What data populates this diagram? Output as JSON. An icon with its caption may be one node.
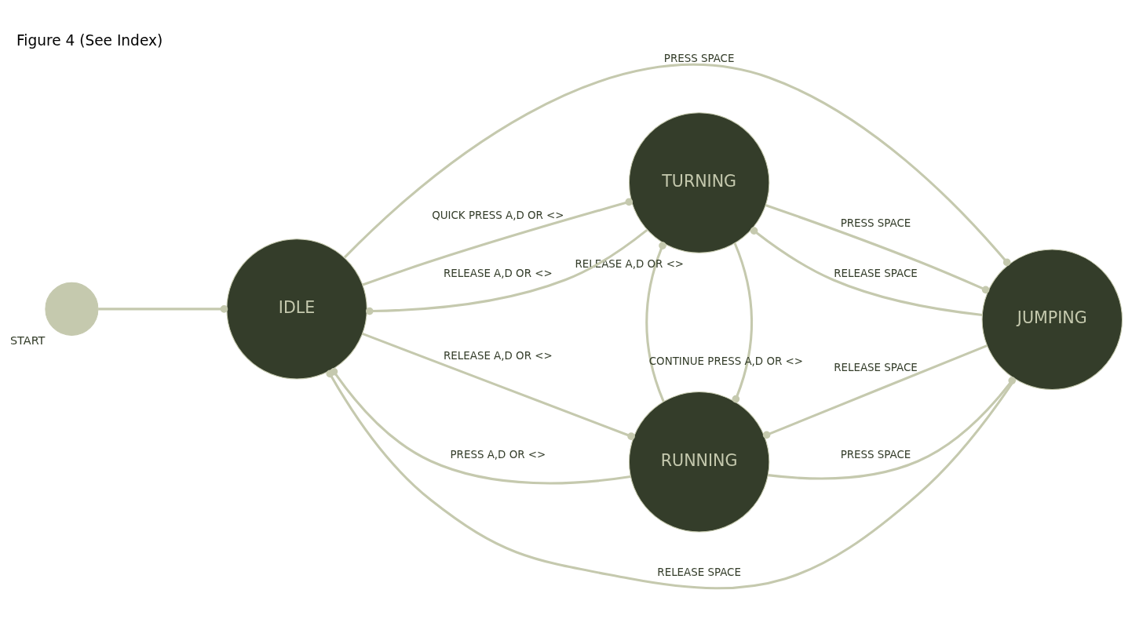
{
  "diagram": {
    "title": "Figure 4 (See Index)",
    "nodes": [
      {
        "text": [
          "START"
        ]
      },
      {
        "text": [
          "IDLE"
        ]
      },
      {
        "text": [
          "RUNNING"
        ]
      },
      {
        "text": [
          "JUMPING"
        ]
      },
      {
        "text": [
          "TURNING"
        ]
      }
    ],
    "edges": [
      {
        "from": 0,
        "to": 1,
        "arrow": "other"
      },
      {
        "from": 2,
        "to": 1,
        "arrow": "other",
        "label": "PRESS A,D OR <>"
      },
      {
        "from": 1,
        "to": 2,
        "arrow": "other",
        "label": "RELEASE A,D OR <>"
      },
      {
        "from": 2,
        "to": 3,
        "arrow": "other",
        "label": "PRESS SPACE"
      },
      {
        "from": 3,
        "to": 2,
        "arrow": "other",
        "label": "RELEASE SPACE"
      },
      {
        "from": 1,
        "to": 3,
        "arrow": "other",
        "label": "PRESS SPACE"
      },
      {
        "from": 3,
        "to": 1,
        "arrow": "other",
        "label": "RELEASE SPACE"
      },
      {
        "from": 4,
        "to": 2,
        "arrow": "other",
        "label": "CONTINUE PRESS A,D OR <>"
      },
      {
        "from": 2,
        "to": 4,
        "arrow": "other",
        "label": "RELEASE A,D OR <>"
      },
      {
        "from": 4,
        "to": 1,
        "arrow": "other",
        "label": "RELEASE A,D OR <>"
      },
      {
        "from": 1,
        "to": 4,
        "arrow": "other",
        "label": "QUICK PRESS A,D OR <>"
      },
      {
        "from": 3,
        "to": 4,
        "arrow": "other",
        "label": "RELEASE SPACE"
      },
      {
        "from": 4,
        "to": 3,
        "arrow": "other",
        "label": "PRESS SPACE"
      }
    ]
  }
}
